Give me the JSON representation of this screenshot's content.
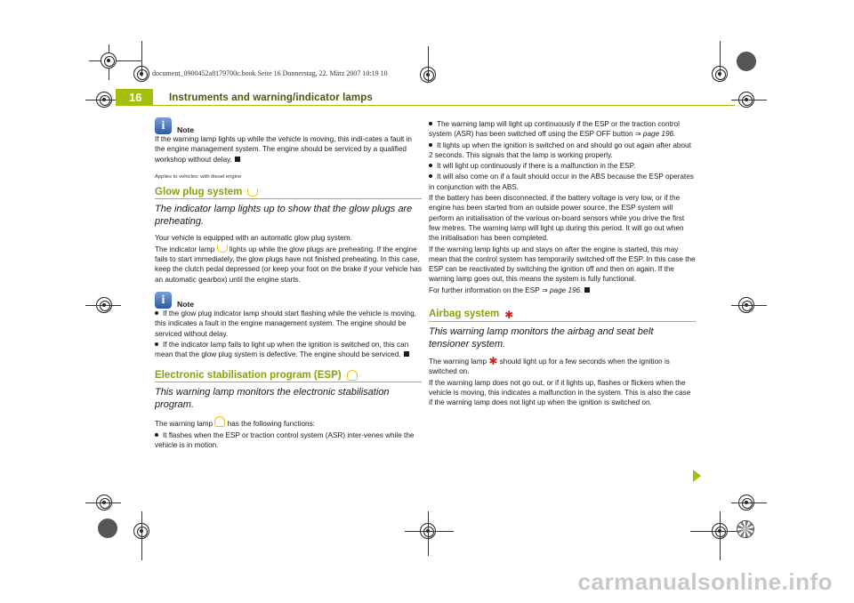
{
  "file_header": "document_0900452a8179700c.book  Seite 16  Donnerstag, 22. März 2007  10:19 10",
  "header": {
    "page_number": "16",
    "chapter_title": "Instruments and warning/indicator lamps"
  },
  "colors": {
    "accent": "#a6bf0f",
    "heading": "#8aa00c",
    "warning_yellow": "#e8c400",
    "airbag_red": "#d0201a",
    "note_blue": "#2c5aa0"
  },
  "left_column": {
    "note1": {
      "icon": "info-icon",
      "label": "Note",
      "text": "If the warning lamp lights up while the vehicle is moving, this indi-cates a fault in the engine management system. The engine should be serviced by a qualified workshop without delay."
    },
    "glow": {
      "applies": "Applies to vehicles: with diesel engine",
      "title": "Glow plug system",
      "icon": "glow-plug-icon",
      "subtitle": "The indicator lamp lights up to show that the glow plugs are preheating.",
      "p1": "Your vehicle is equipped with an automatic glow plug system.",
      "p2_a": "The indicator lamp",
      "p2_b": "lights up while the glow plugs are preheating. If the engine fails to start immediately, the glow plugs have not finished preheating. In this case, keep the clutch pedal depressed (or keep your foot on the brake if your vehicle has an automatic gearbox) until the engine starts."
    },
    "note2": {
      "label": "Note",
      "bullet1": "If the glow plug indicator lamp should start flashing while the vehicle is moving, this indicates a fault in the engine management system. The engine should be serviced without delay.",
      "bullet2": "If the indicator lamp fails to light up when the ignition is switched on, this can mean that the glow plug system is defective. The engine should be serviced."
    },
    "esp": {
      "title": "Electronic stabilisation program (ESP)",
      "icon": "esp-icon",
      "subtitle": "This warning lamp monitors the electronic stabilisation program.",
      "p1_a": "The warning lamp",
      "p1_b": "has the following functions:",
      "bullet1": "It flashes when the ESP or traction control system (ASR) inter-venes while the vehicle is in motion."
    }
  },
  "right_column": {
    "bullet1_a": "The warning lamp will light up continuously if the ESP or the traction control system (ASR) has been switched off using the ESP OFF button",
    "bullet1_ref": "⇒ page 196.",
    "bullet2": "It lights up when the ignition is switched on and should go out again after about 2 seconds. This signals that the lamp is working properly.",
    "bullet3": "It will light up continuously if there is a malfunction in the ESP.",
    "bullet4": "It will also come on if a fault should occur in the ABS because the ESP operates in conjunction with the ABS.",
    "p_battery": "If the battery has been disconnected, if the battery voltage is very low, or if the engine has been started from an outside power source, the ESP system will perform an initialisation of the various on-board sensors while you drive the first few metres. The warning lamp will light up during this period. It will go out when the initialisation has been completed.",
    "p_stays": "If the warning lamp lights up and stays on after the engine is started, this may mean that the control system has temporarily switched off the ESP. In this case the ESP can be reactivated by switching the ignition off and then on again. If the warning lamp goes out, this means the system is fully functional.",
    "p_further_a": "For further information on the ESP",
    "p_further_ref": "⇒ page 196.",
    "airbag": {
      "title": "Airbag system",
      "icon": "airbag-icon",
      "subtitle": "This warning lamp monitors the airbag and seat belt tensioner system.",
      "p1_a": "The warning lamp",
      "p1_b": "should light up for a few seconds when the ignition is switched on.",
      "p2": "If the warning lamp does not go out, or if it lights up, flashes or flickers when the vehicle is moving, this indicates a malfunction in the system. This is also the case if the warning lamp does not light up when the ignition is switched on."
    }
  },
  "continue_icon": "next-page-arrow-icon",
  "watermark": "carmanualsonline.info"
}
